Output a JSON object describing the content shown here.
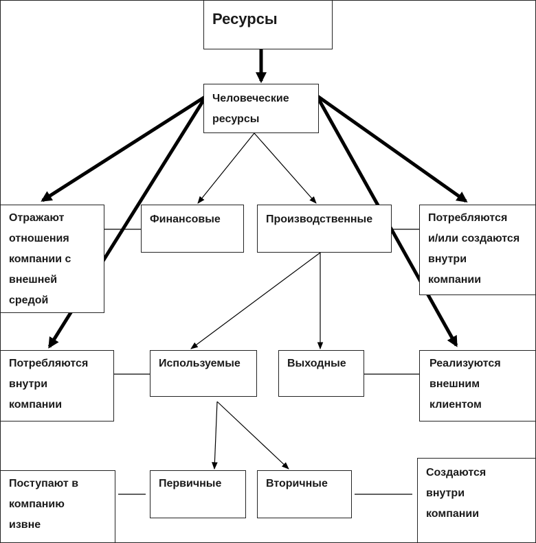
{
  "nodes": {
    "root": "Ресурсы",
    "human": [
      "Человеческие",
      "ресурсы"
    ],
    "reflect": [
      "Отражают",
      "отношения",
      "компании с",
      "внешней",
      "средой"
    ],
    "financial": "Финансовые",
    "production": "Производственные",
    "consumed_created": [
      "Потребляются",
      "и/или создаются",
      "внутри",
      "компании"
    ],
    "consumed_inside": [
      "Потребляются",
      "внутри",
      "компании"
    ],
    "used": "Используемые",
    "output": "Выходные",
    "sold": [
      "Реализуются",
      "внешним",
      "клиентом"
    ],
    "enter": [
      "Поступают в",
      "компанию",
      "извне"
    ],
    "primary": "Первичные",
    "secondary": "Вторичные",
    "created_inside": [
      "Создаются",
      "внутри",
      "компании"
    ]
  },
  "colors": {
    "line": "#000000",
    "border": "#222222",
    "text": "#1a1a1a"
  }
}
